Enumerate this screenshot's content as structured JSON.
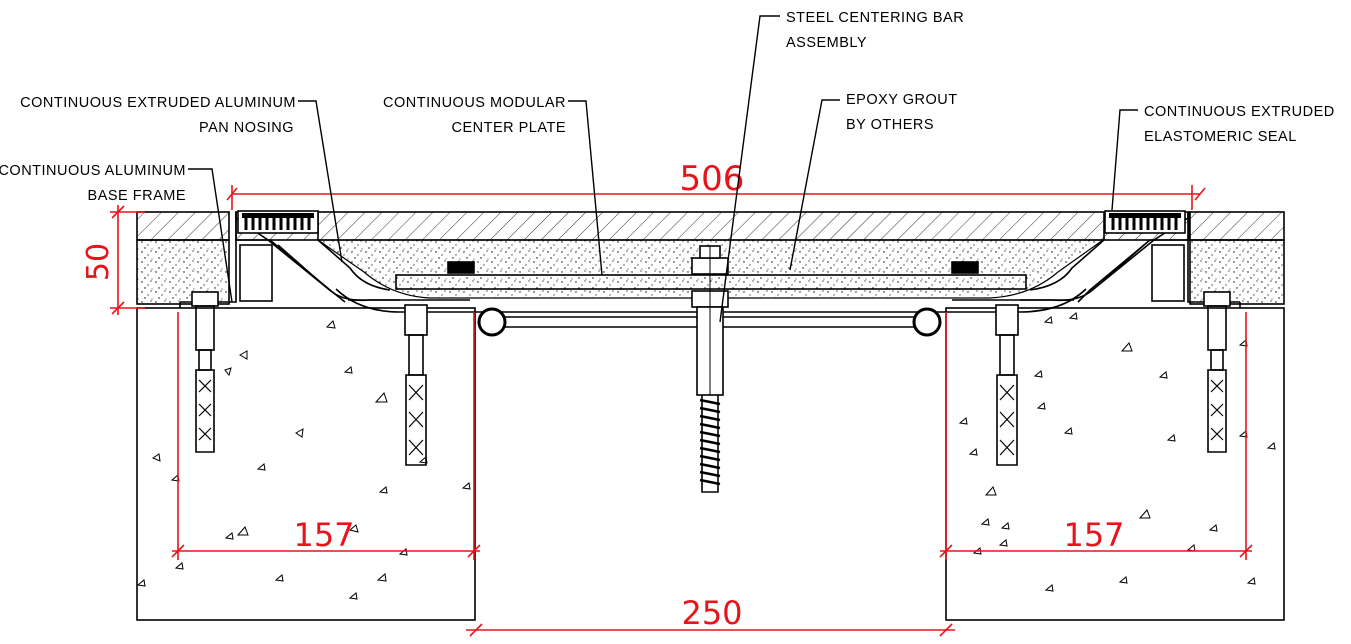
{
  "labels": {
    "centering_bar_1": "STEEL CENTERING BAR",
    "centering_bar_2": "ASSEMBLY",
    "pan_nosing_1": "CONTINUOUS EXTRUDED ALUMINUM",
    "pan_nosing_2": "PAN NOSING",
    "center_plate_1": "CONTINUOUS MODULAR",
    "center_plate_2": "CENTER PLATE",
    "epoxy_1": "EPOXY GROUT",
    "epoxy_2": "BY OTHERS",
    "seal_1": "CONTINUOUS EXTRUDED",
    "seal_2": "ELASTOMERIC SEAL",
    "base_frame_1": "CONTINUOUS ALUMINUM",
    "base_frame_2": "BASE FRAME"
  },
  "dimensions": {
    "overall_width": "506",
    "depth": "50",
    "left_embed": "157",
    "right_embed": "157",
    "gap": "250"
  },
  "colors": {
    "dimension": "#e8141c",
    "line": "#000000"
  }
}
